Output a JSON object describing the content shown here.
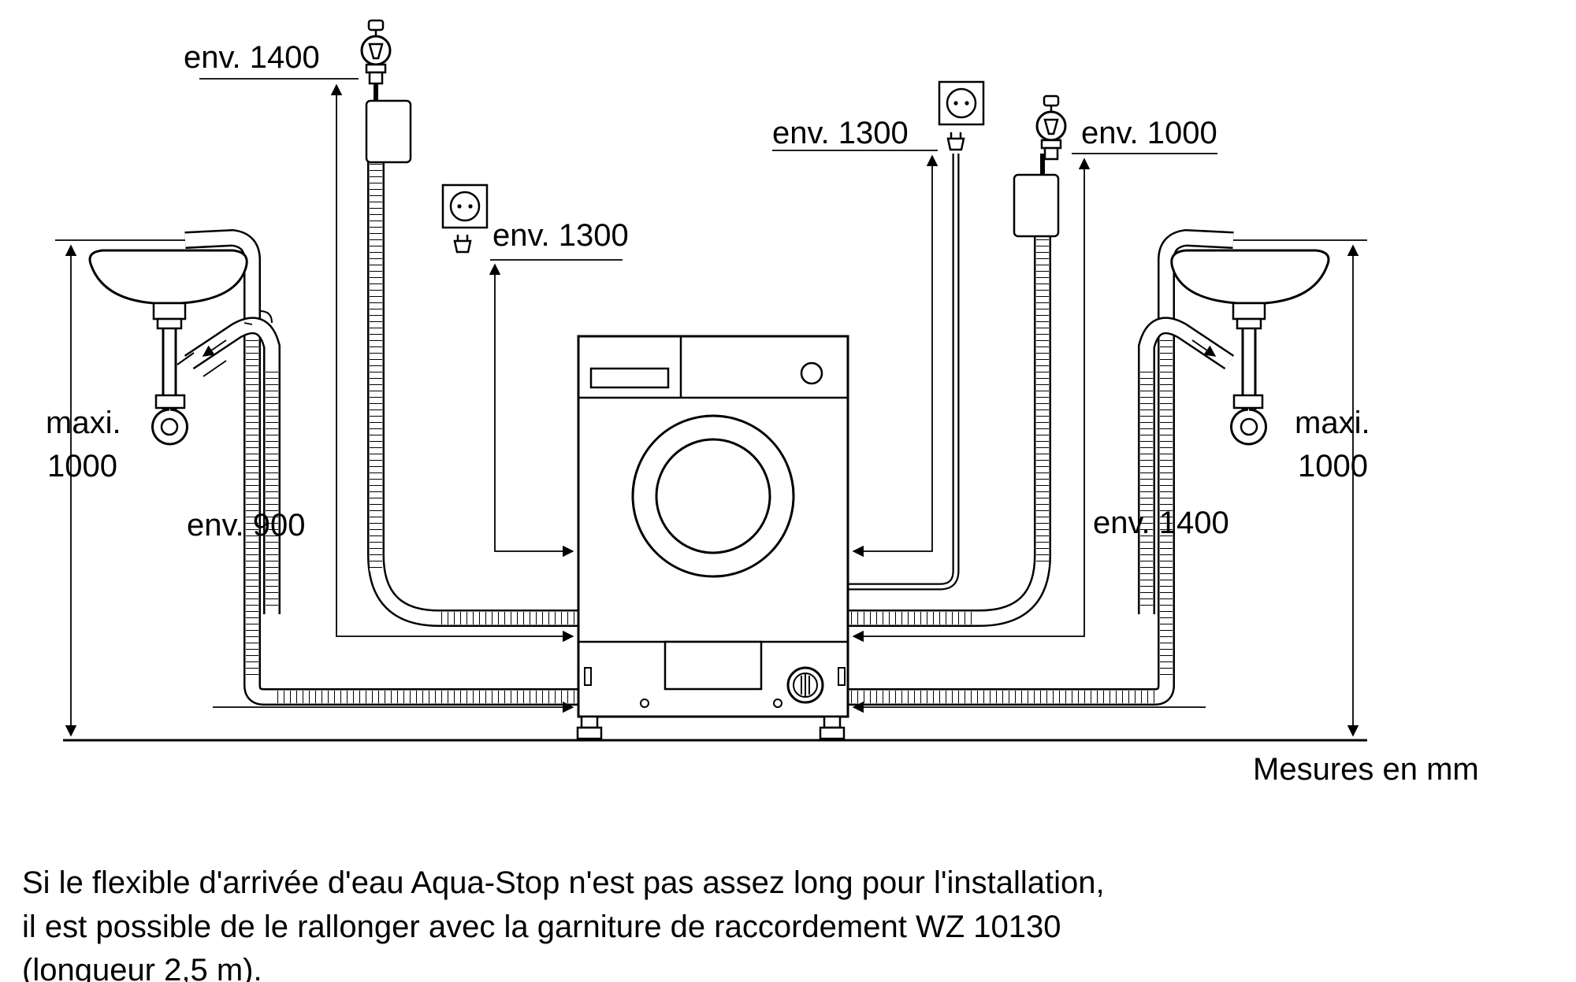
{
  "labels": {
    "inlet_left": "env. 1400",
    "inlet_right": "env. 1000",
    "power_left": "env. 1300",
    "power_right": "env. 1300",
    "drain_left": "env. 900",
    "drain_right": "env. 1400",
    "max_left_line1": "maxi.",
    "max_left_line2": "1000",
    "max_right_line1": "maxi.",
    "max_right_line2": "1000",
    "units": "Mesures en mm"
  },
  "note": {
    "line1": "Si le flexible d'arrivée d'eau Aqua-Stop n'est pas assez long pour l'installation,",
    "line2": "il est possible de le rallonger avec la garniture de raccordement WZ 10130",
    "line3": "(longueur 2,5 m)."
  },
  "icons": {
    "water_tap": "water-tap-icon",
    "power_socket": "power-socket-icon",
    "washing_machine": "washing-machine-icon",
    "sink": "sink-icon"
  }
}
